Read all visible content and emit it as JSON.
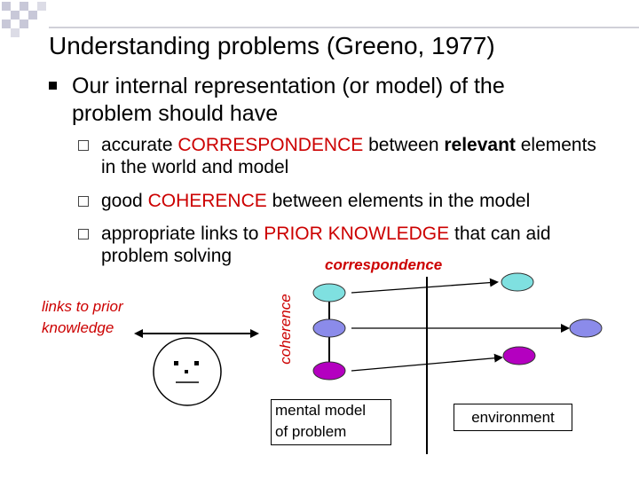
{
  "title": "Understanding problems (Greeno, 1977)",
  "bullet": "Our internal representation (or model) of the problem should have",
  "subs": {
    "s1": {
      "a": "accurate ",
      "b": "CORRESPONDENCE",
      "c": " between ",
      "d": "relevant",
      "e": " elements in the world and model"
    },
    "s2": {
      "a": "good ",
      "b": "COHERENCE",
      "c": " between elements in the model"
    },
    "s3": {
      "a": "appropriate links to ",
      "b": "PRIOR KNOWLEDGE",
      "c": " that can aid problem solving"
    }
  },
  "diagram": {
    "correspondence_label": "correspondence",
    "coherence_label": "coherence",
    "links_label_line1": "links to prior",
    "links_label_line2": "knowledge",
    "mental_model_line1": "mental model",
    "mental_model_line2": "of problem",
    "environment": "environment",
    "colors": {
      "cyan": "#7fe0e0",
      "lavender": "#8b8bea",
      "magenta": "#b400c0",
      "accent_red": "#cc0000"
    }
  }
}
